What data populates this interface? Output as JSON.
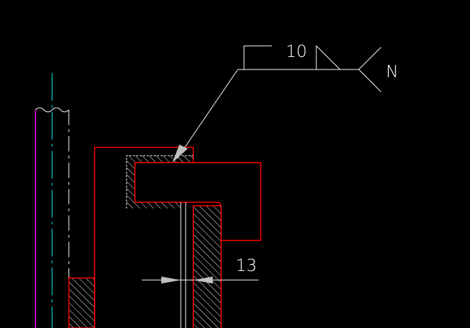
{
  "colors": {
    "background": "#000000",
    "outline": "#ff0000",
    "lines": "#ffffff",
    "centerline": "#00ffff",
    "edge": "#ff00ff",
    "arrowhead": "#c0c0c0"
  },
  "annotations": {
    "weld_size": "10",
    "weld_note": "N",
    "dimension": "13"
  },
  "symbols": {
    "weld_symbol": "fillet-weld-icon",
    "leader_arrow": "arrowhead-icon"
  }
}
